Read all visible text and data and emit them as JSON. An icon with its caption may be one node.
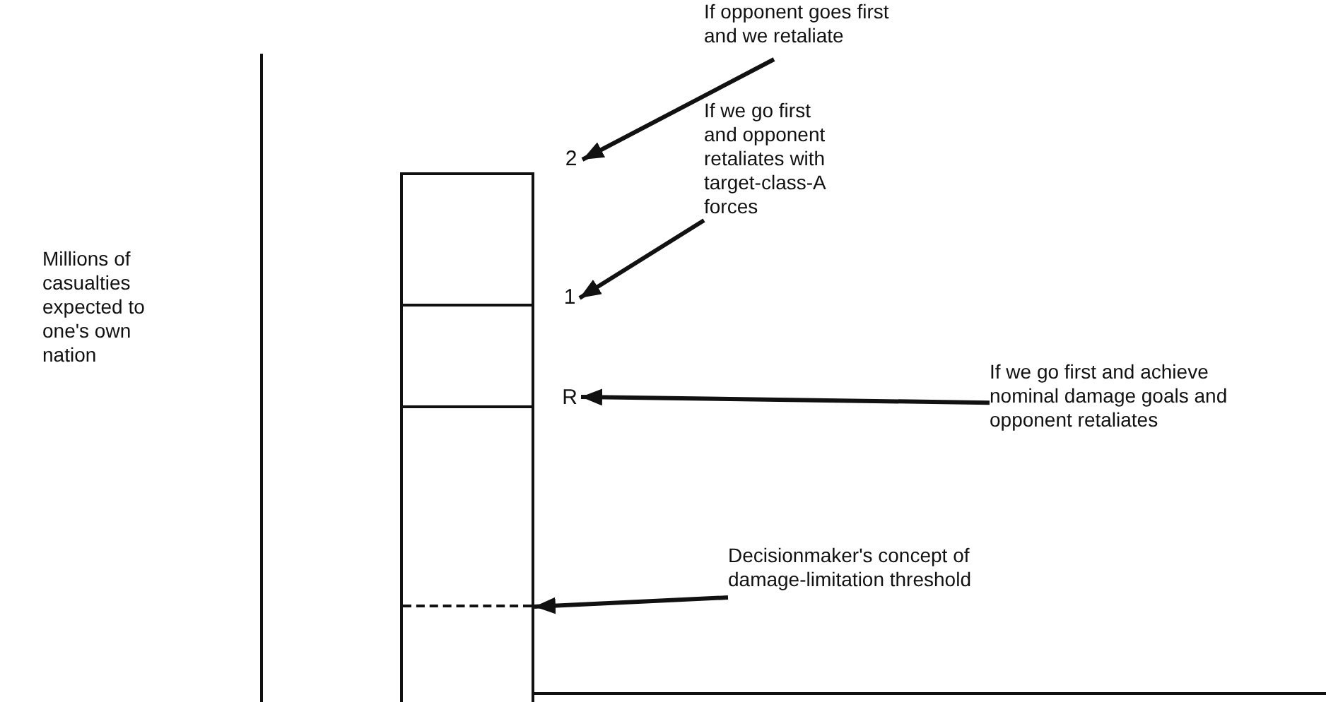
{
  "diagram": {
    "nodes": [
      {
        "text": [
          "If opponent goes first and we retaliate"
        ]
      },
      {
        "text": [
          "2"
        ]
      },
      {
        "text": [
          "If we go first and opponent retaliates with target-class-A forces"
        ]
      },
      {
        "text": [],
        "shape": "bar"
      },
      {
        "text": [
          "1"
        ]
      },
      {
        "text": [
          "If we go first and achieve nominal damage goals and opponent retaliates"
        ]
      },
      {
        "text": [
          "R"
        ]
      },
      {
        "text": [
          "Decisionmaker's concept of damage-limitation threshold"
        ]
      }
    ],
    "edges": [
      {
        "from": 0,
        "to": 1,
        "arrow": "to"
      },
      {
        "from": 2,
        "to": 4,
        "arrow": "to"
      },
      {
        "from": 5,
        "to": 6,
        "arrow": "to"
      },
      {
        "from": 7,
        "to": 3,
        "arrow": "to"
      }
    ],
    "labels": [
      "Millions of casualties expected to one's own nation"
    ]
  }
}
